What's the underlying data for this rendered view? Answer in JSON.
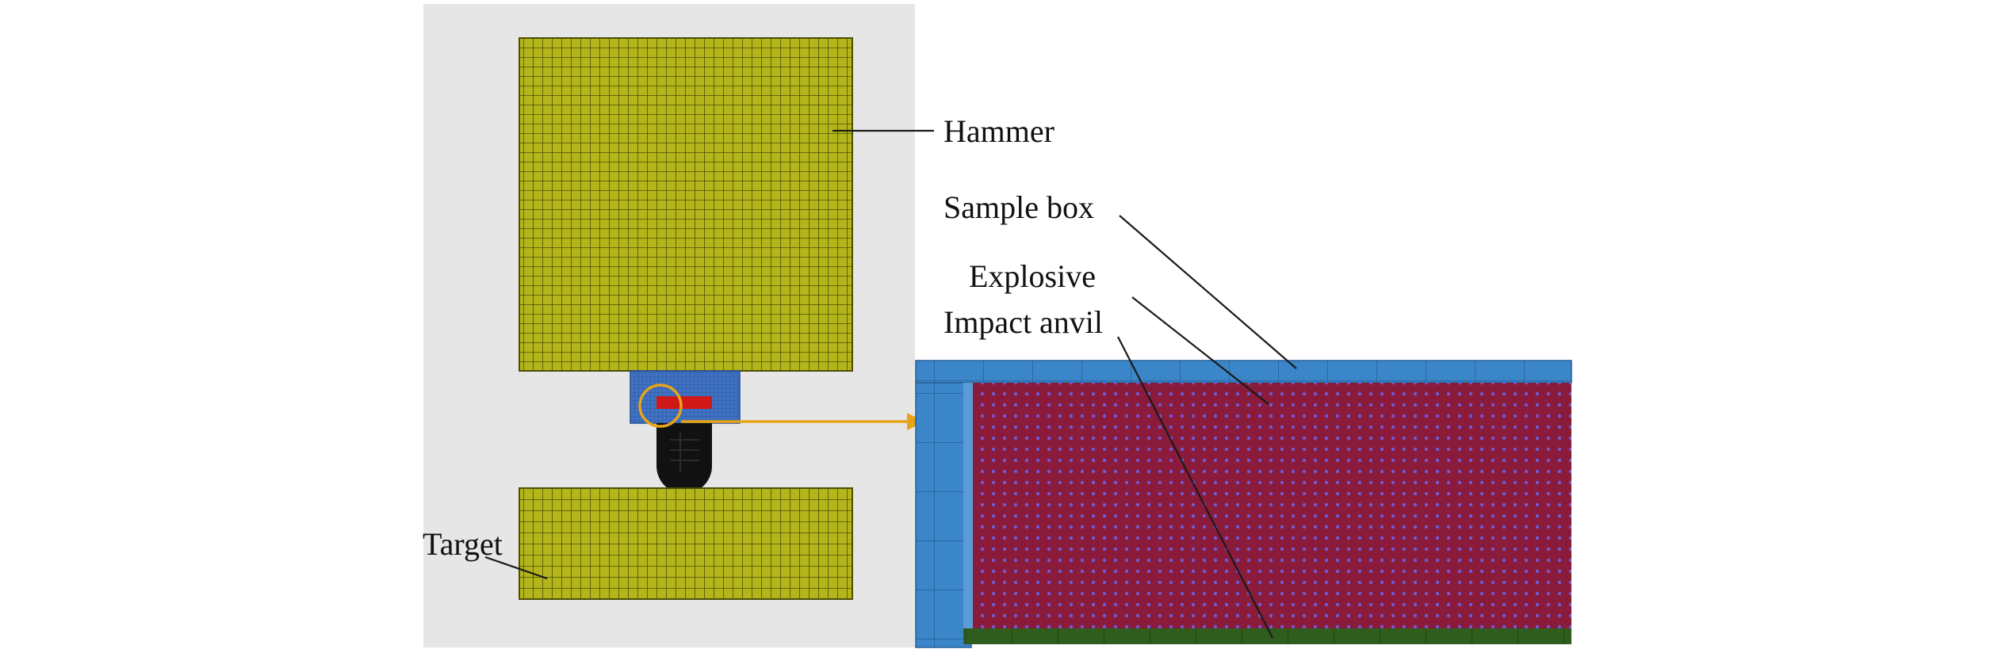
{
  "labels": {
    "hammer": "Hammer",
    "sample_box": "Sample box",
    "explosive": "Explosive",
    "impact_anvil": "Impact anvil",
    "target": "Target"
  },
  "colors": {
    "panel_bg": "#e6e6e6",
    "hammer_mesh": "#b3b51a",
    "hammer_grid": "#4d5006",
    "sample_box": "#3a86c8",
    "sample_box_edge": "#245f95",
    "explosive": "#8a1b3a",
    "explosive_dots": "#6f5bd6",
    "impact_anvil": "#2f5d1e",
    "striker": "#111111",
    "callout": "#e8a317",
    "leader_line": "#1a1a1a"
  }
}
